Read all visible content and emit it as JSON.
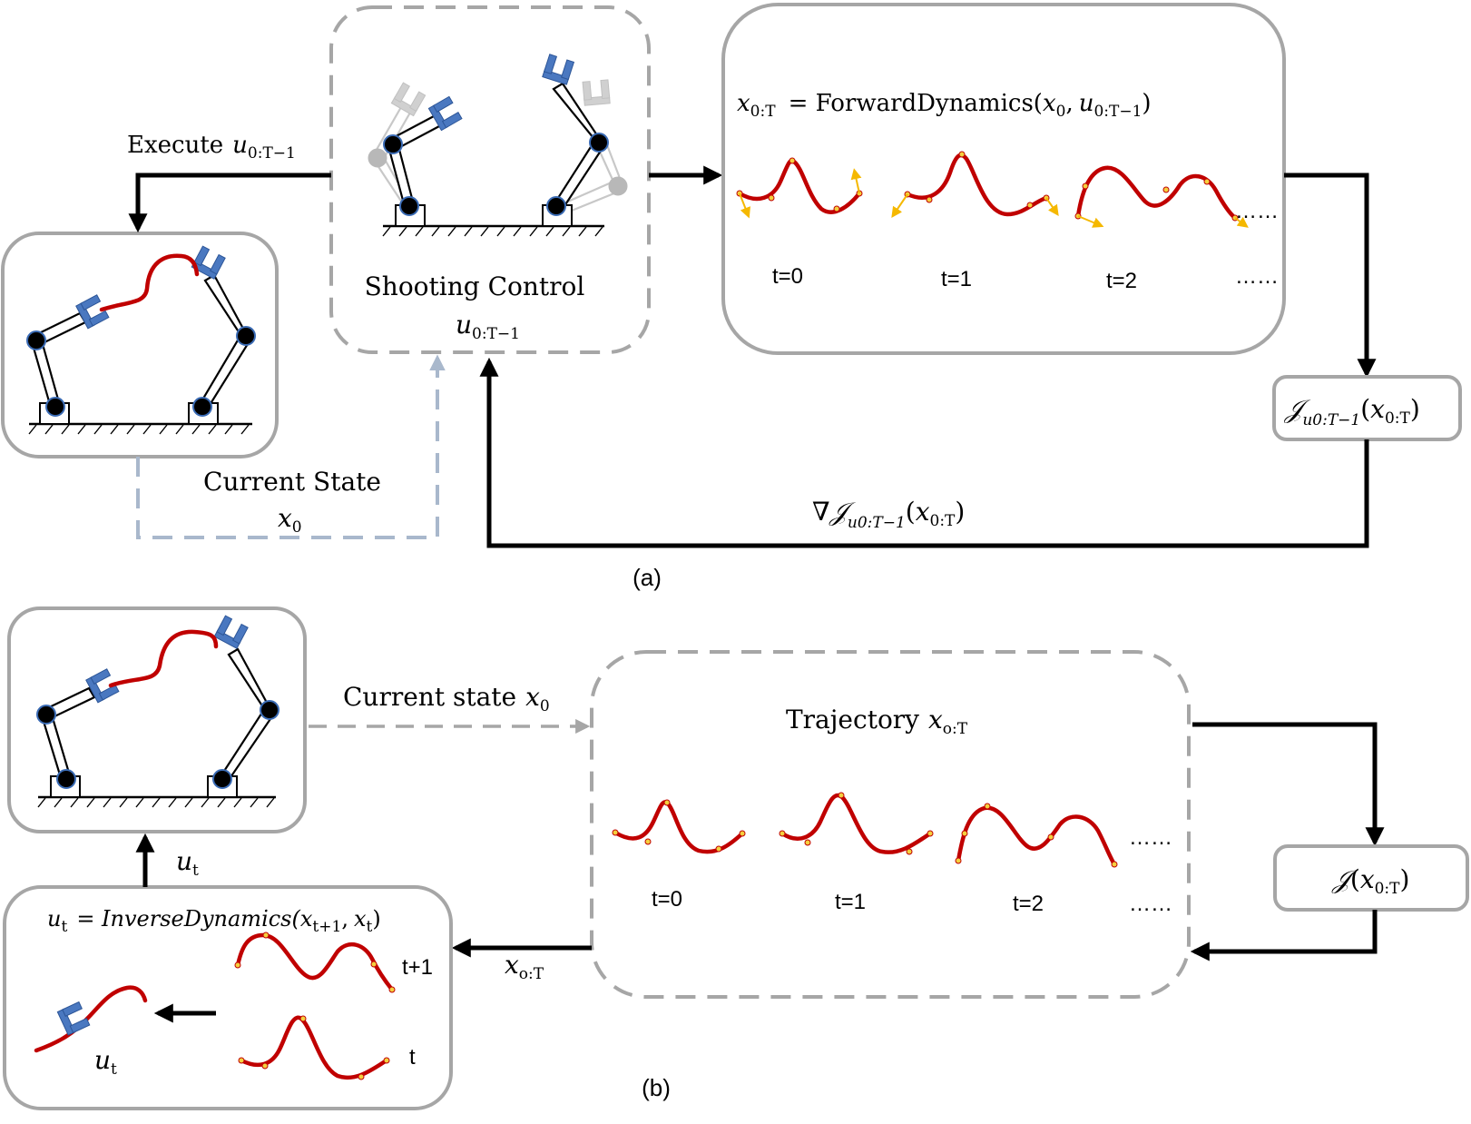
{
  "panel_a": {
    "execute_label": "Execute",
    "execute_var": "u",
    "execute_sub": "0:T−1",
    "shooting_label": "Shooting  Control",
    "shooting_var": "u",
    "shooting_sub": "0:T−1",
    "forward_lhs_var": "x",
    "forward_lhs_sub": "0:T",
    "forward_eq": "= ForwardDynamics(",
    "forward_arg1_var": "x",
    "forward_arg1_sub": "0",
    "forward_comma": ",",
    "forward_arg2_var": "u",
    "forward_arg2_sub": "0:T−1",
    "forward_close": ")",
    "time_labels": [
      "t=0",
      "t=1",
      "t=2",
      "……",
      "……"
    ],
    "cost_symbol": "𝒥",
    "cost_sub": "u0:T−1",
    "cost_arg_open": "(",
    "cost_arg_var": "x",
    "cost_arg_sub": "0:T",
    "cost_arg_close": ")",
    "grad_symbol": "∇𝒥",
    "grad_sub": "u0:T−1",
    "grad_arg_open": "(",
    "grad_arg_var": "x",
    "grad_arg_sub": "0:T",
    "grad_arg_close": ")",
    "current_state_label": "Current State",
    "current_state_var": "x",
    "current_state_sub": "0",
    "caption": "(a)"
  },
  "panel_b": {
    "current_state_label": "Current state",
    "current_state_var": "x",
    "current_state_sub": "0",
    "trajectory_label": "Trajectory",
    "trajectory_var": "x",
    "trajectory_sub": "o:T",
    "time_labels": [
      "t=0",
      "t=1",
      "t=2",
      "……",
      "……"
    ],
    "cost_symbol": "𝒥",
    "cost_arg_open": "(",
    "cost_arg_var": "x",
    "cost_arg_sub": "0:T",
    "cost_arg_close": ")",
    "traj_out_var": "x",
    "traj_out_sub": "o:T",
    "inverse_lhs_var": "u",
    "inverse_lhs_sub": "t",
    "inverse_eq": "= InverseDynamics(",
    "inverse_arg1_var": "x",
    "inverse_arg1_sub": "t+1",
    "inverse_comma": ",",
    "inverse_arg2_var": "x",
    "inverse_arg2_sub": "t",
    "inverse_close": ")",
    "curve_label_next": "t+1",
    "curve_label_now": "t",
    "control_var": "u",
    "control_sub": "t",
    "up_arrow_var": "u",
    "up_arrow_sub": "t",
    "caption": "(b)"
  }
}
